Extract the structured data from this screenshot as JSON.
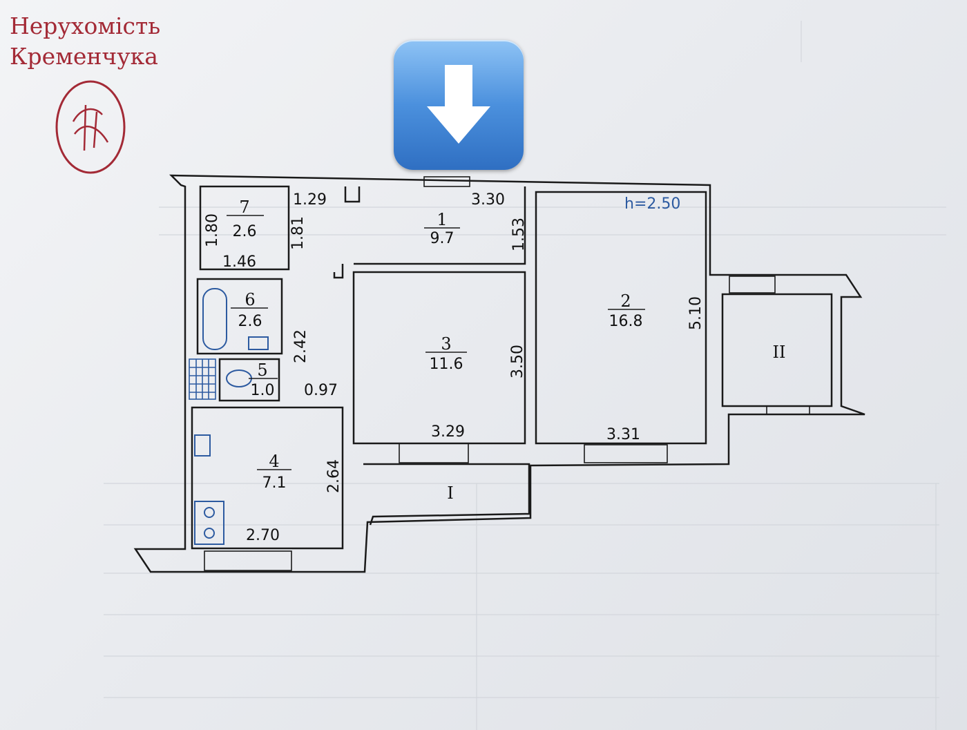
{
  "watermark": {
    "line1": "Нерухомість",
    "line2": "Кременчука",
    "monogram": "НК",
    "color": "#a32a36"
  },
  "download_button": {
    "icon": "down-arrow-icon",
    "color": "#3a7fd5"
  },
  "plan": {
    "height_note": "h=2.50",
    "rooms": [
      {
        "number": "1",
        "area": "9.7"
      },
      {
        "number": "2",
        "area": "16.8"
      },
      {
        "number": "3",
        "area": "11.6"
      },
      {
        "number": "4",
        "area": "7.1"
      },
      {
        "number": "5",
        "area": "1.0"
      },
      {
        "number": "6",
        "area": "2.6"
      },
      {
        "number": "7",
        "area": "2.6"
      }
    ],
    "balconies": [
      "I",
      "II"
    ],
    "dimensions": {
      "d129": "1.29",
      "d330": "3.30",
      "d180": "1.80",
      "d181": "1.81",
      "d146": "1.46",
      "d153": "1.53",
      "d510": "5.10",
      "d242": "2.42",
      "d350": "3.50",
      "d097": "0.97",
      "d329": "3.29",
      "d331": "3.31",
      "d264": "2.64",
      "d270": "2.70"
    }
  }
}
